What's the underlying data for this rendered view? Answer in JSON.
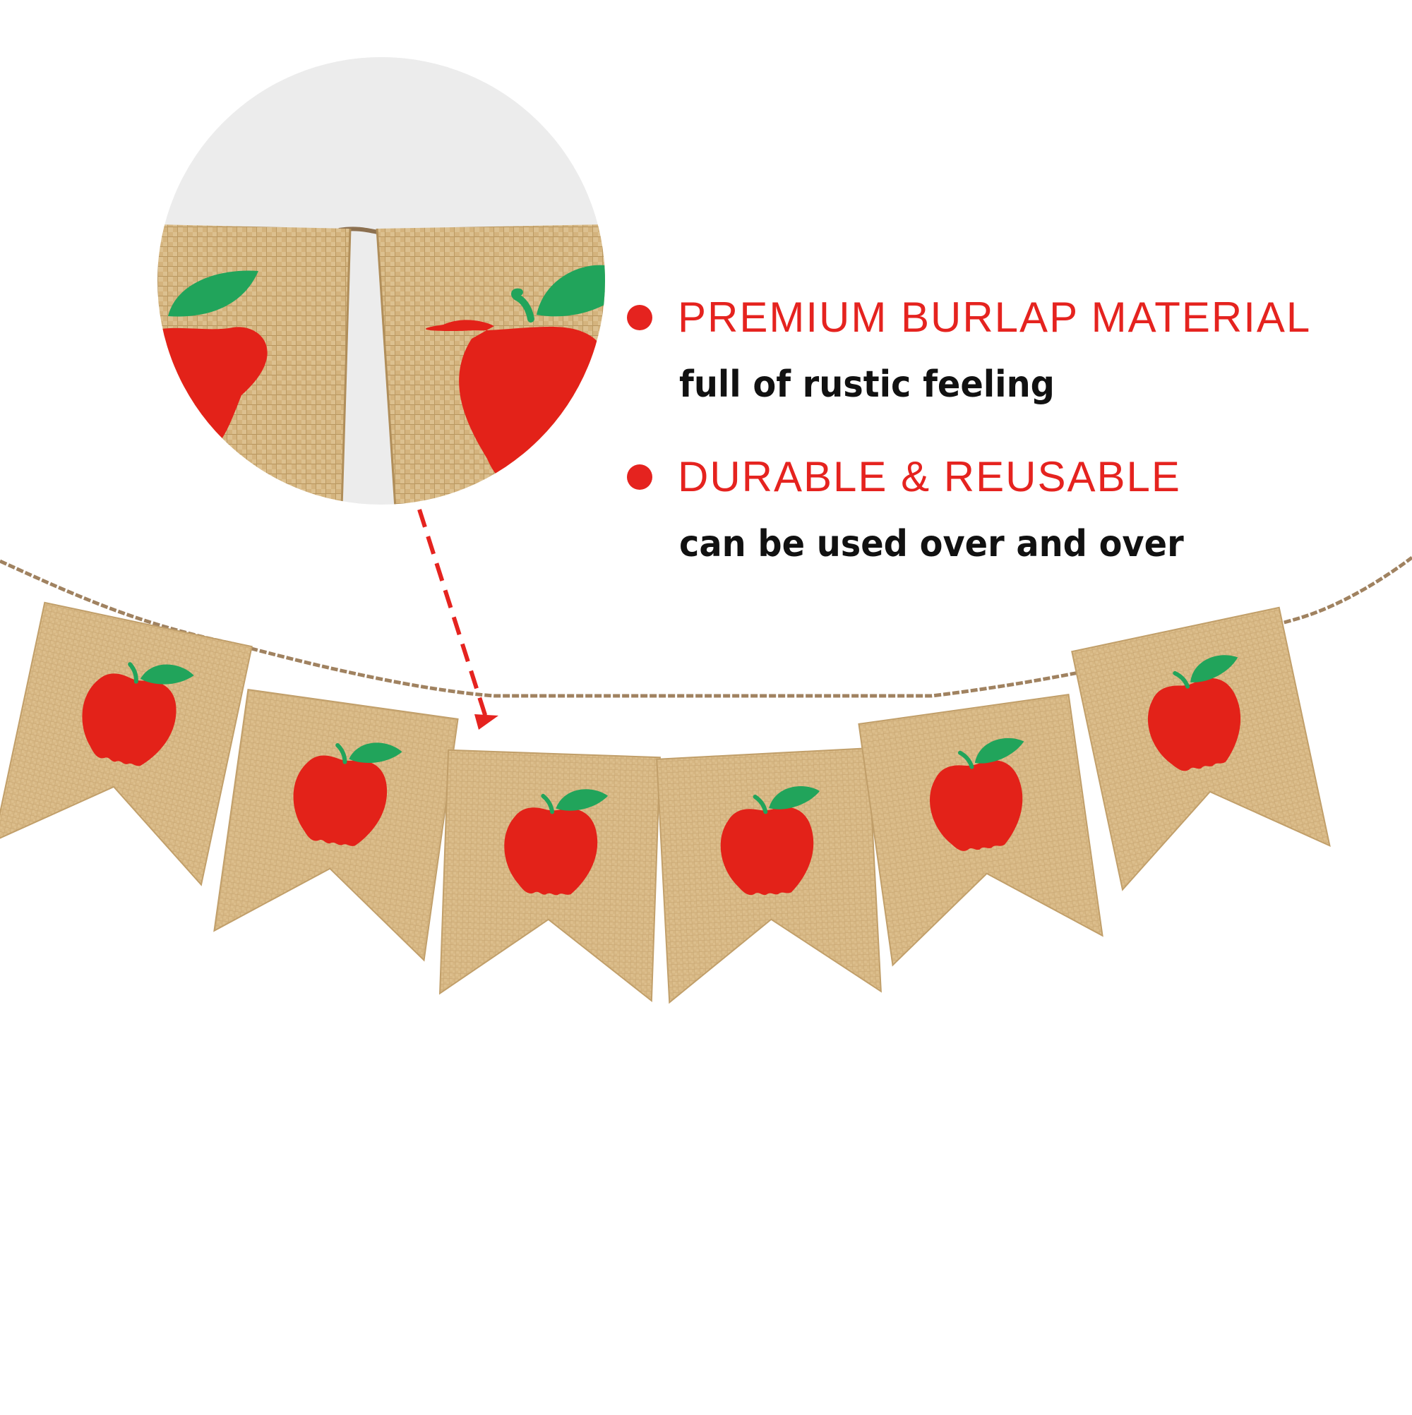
{
  "features": [
    {
      "heading": "PREMIUM BURLAP MATERIAL",
      "subtext": "full of rustic feeling"
    },
    {
      "heading": "DURABLE & REUSABLE",
      "subtext": "can be used over and over"
    }
  ],
  "colors": {
    "background": "#ffffff",
    "accent_red": "#e5231f",
    "apple_red": "#e32219",
    "leaf_green": "#21a45b",
    "burlap": "#d6b682",
    "burlap_dark": "#c19f6a",
    "twine": "#a08260",
    "zoom_backdrop": "#ececec"
  },
  "banner": {
    "pennant_count": 6,
    "pennant_icon": "apple-icon"
  }
}
